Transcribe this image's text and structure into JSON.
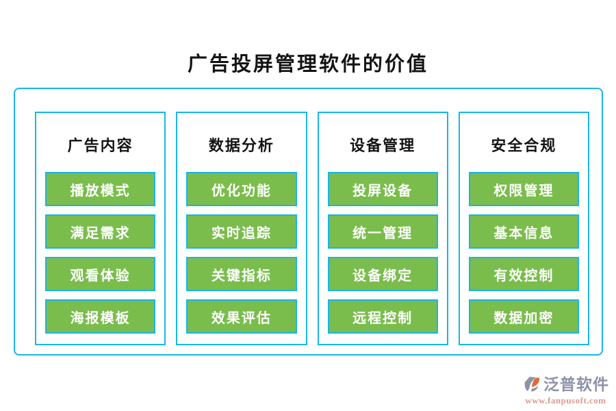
{
  "title": "广告投屏管理软件的价值",
  "columns": [
    {
      "header": "广告内容",
      "items": [
        "播放模式",
        "满足需求",
        "观看体验",
        "海报模板"
      ]
    },
    {
      "header": "数据分析",
      "items": [
        "优化功能",
        "实时追踪",
        "关键指标",
        "效果评估"
      ]
    },
    {
      "header": "设备管理",
      "items": [
        "投屏设备",
        "统一管理",
        "设备绑定",
        "远程控制"
      ]
    },
    {
      "header": "安全合规",
      "items": [
        "权限管理",
        "基本信息",
        "有效控制",
        "数据加密"
      ]
    }
  ],
  "footer": {
    "brand": "泛普软件",
    "url": "www.fanpusoft.com"
  },
  "colors": {
    "frame_border": "#16b6ea",
    "item_green": "#7abd4c",
    "title_text": "#141414",
    "item_text": "#ffffff",
    "brand_gray": "#8b93a7",
    "brand_orange": "#e06a3a",
    "url_salmon": "#dc9a8f"
  }
}
